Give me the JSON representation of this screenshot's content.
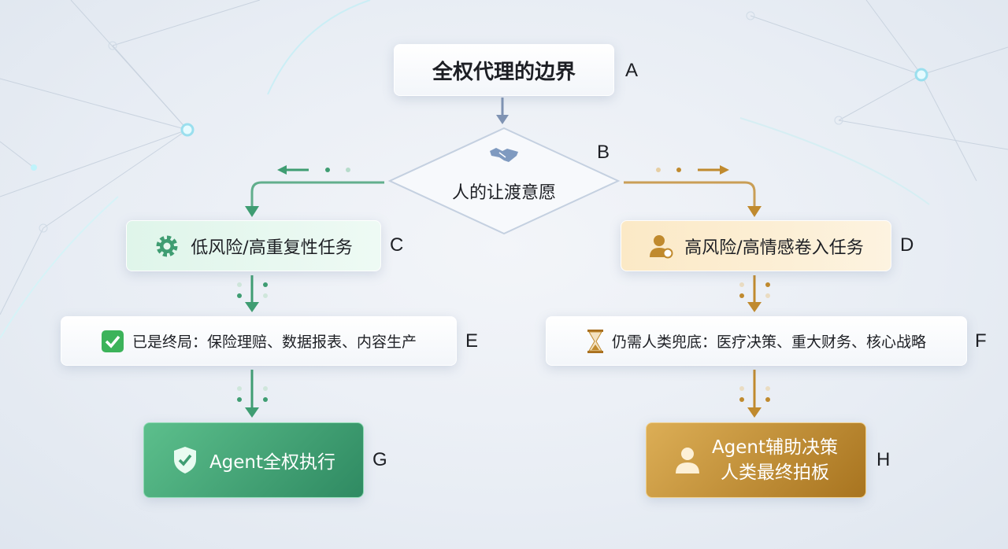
{
  "nodes": {
    "A": {
      "text": "全权代理的边界",
      "label": "A"
    },
    "B": {
      "text": "人的让渡意愿",
      "label": "B",
      "icon": "handshake-icon"
    },
    "C": {
      "text": "低风险/高重复性任务",
      "label": "C",
      "icon": "gear-icon"
    },
    "D": {
      "text": "高风险/高情感卷入任务",
      "label": "D",
      "icon": "person-icon"
    },
    "E": {
      "text": "已是终局：保险理赔、数据报表、内容生产",
      "label": "E",
      "icon": "checkmark-icon"
    },
    "F": {
      "text": "仍需人类兜底：医疗决策、重大财务、核心战略",
      "label": "F",
      "icon": "hourglass-icon"
    },
    "G": {
      "text": "Agent全权执行",
      "label": "G",
      "icon": "shield-check-icon"
    },
    "H": {
      "line1": "Agent辅助决策",
      "line2": "人类最终拍板",
      "label": "H",
      "icon": "person-icon"
    }
  },
  "colors": {
    "green": "#3f9d72",
    "gold": "#c08a2e",
    "neutral": "#7f93b3"
  }
}
